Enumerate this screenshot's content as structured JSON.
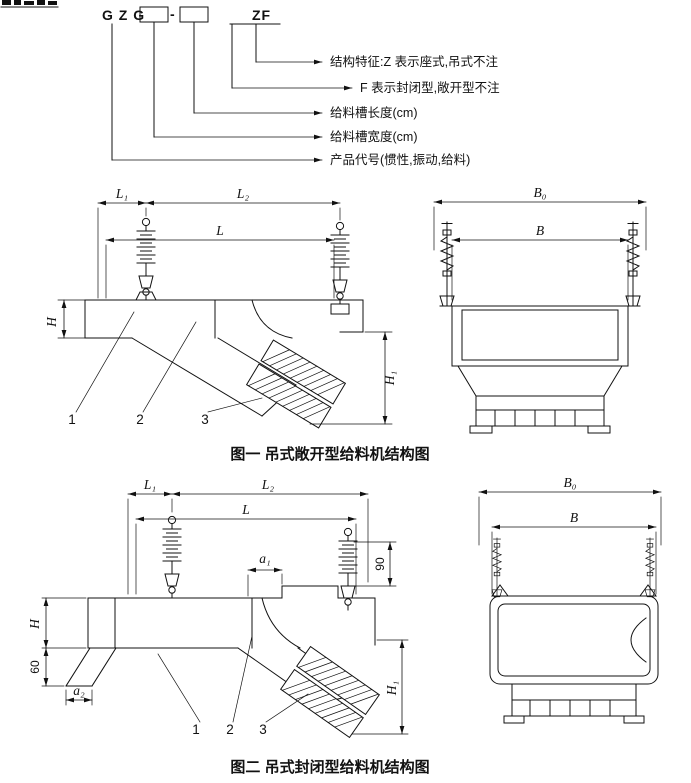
{
  "colors": {
    "ink": "#111111",
    "paper": "#ffffff"
  },
  "model_code": {
    "prefix": "G Z G",
    "dash": "-",
    "suffix": "ZF",
    "callouts": [
      "结构特征:Z 表示座式,吊式不注",
      "F 表示封闭型,敞开型不注",
      "给料槽长度(cm)",
      "给料槽宽度(cm)",
      "产品代号(惯性,振动,给料)"
    ]
  },
  "figure1": {
    "caption": "图一  吊式敞开型给料机结构图",
    "dims": {
      "l1": "L₁",
      "l2": "L₂",
      "l": "L",
      "b0": "B₀",
      "b": "B",
      "h": "H",
      "h1": "H₁"
    },
    "parts": [
      "1",
      "2",
      "3"
    ]
  },
  "figure2": {
    "caption": "图二  吊式封闭型给料机结构图",
    "dims": {
      "l1": "L₁",
      "l2": "L₂",
      "l": "L",
      "a1": "a₁",
      "a2": "a₂",
      "h": "H",
      "h1": "H₁",
      "b0": "B₀",
      "b": "B",
      "inlet_height": "90",
      "outlet_height": "60"
    },
    "parts": [
      "1",
      "2",
      "3"
    ]
  }
}
